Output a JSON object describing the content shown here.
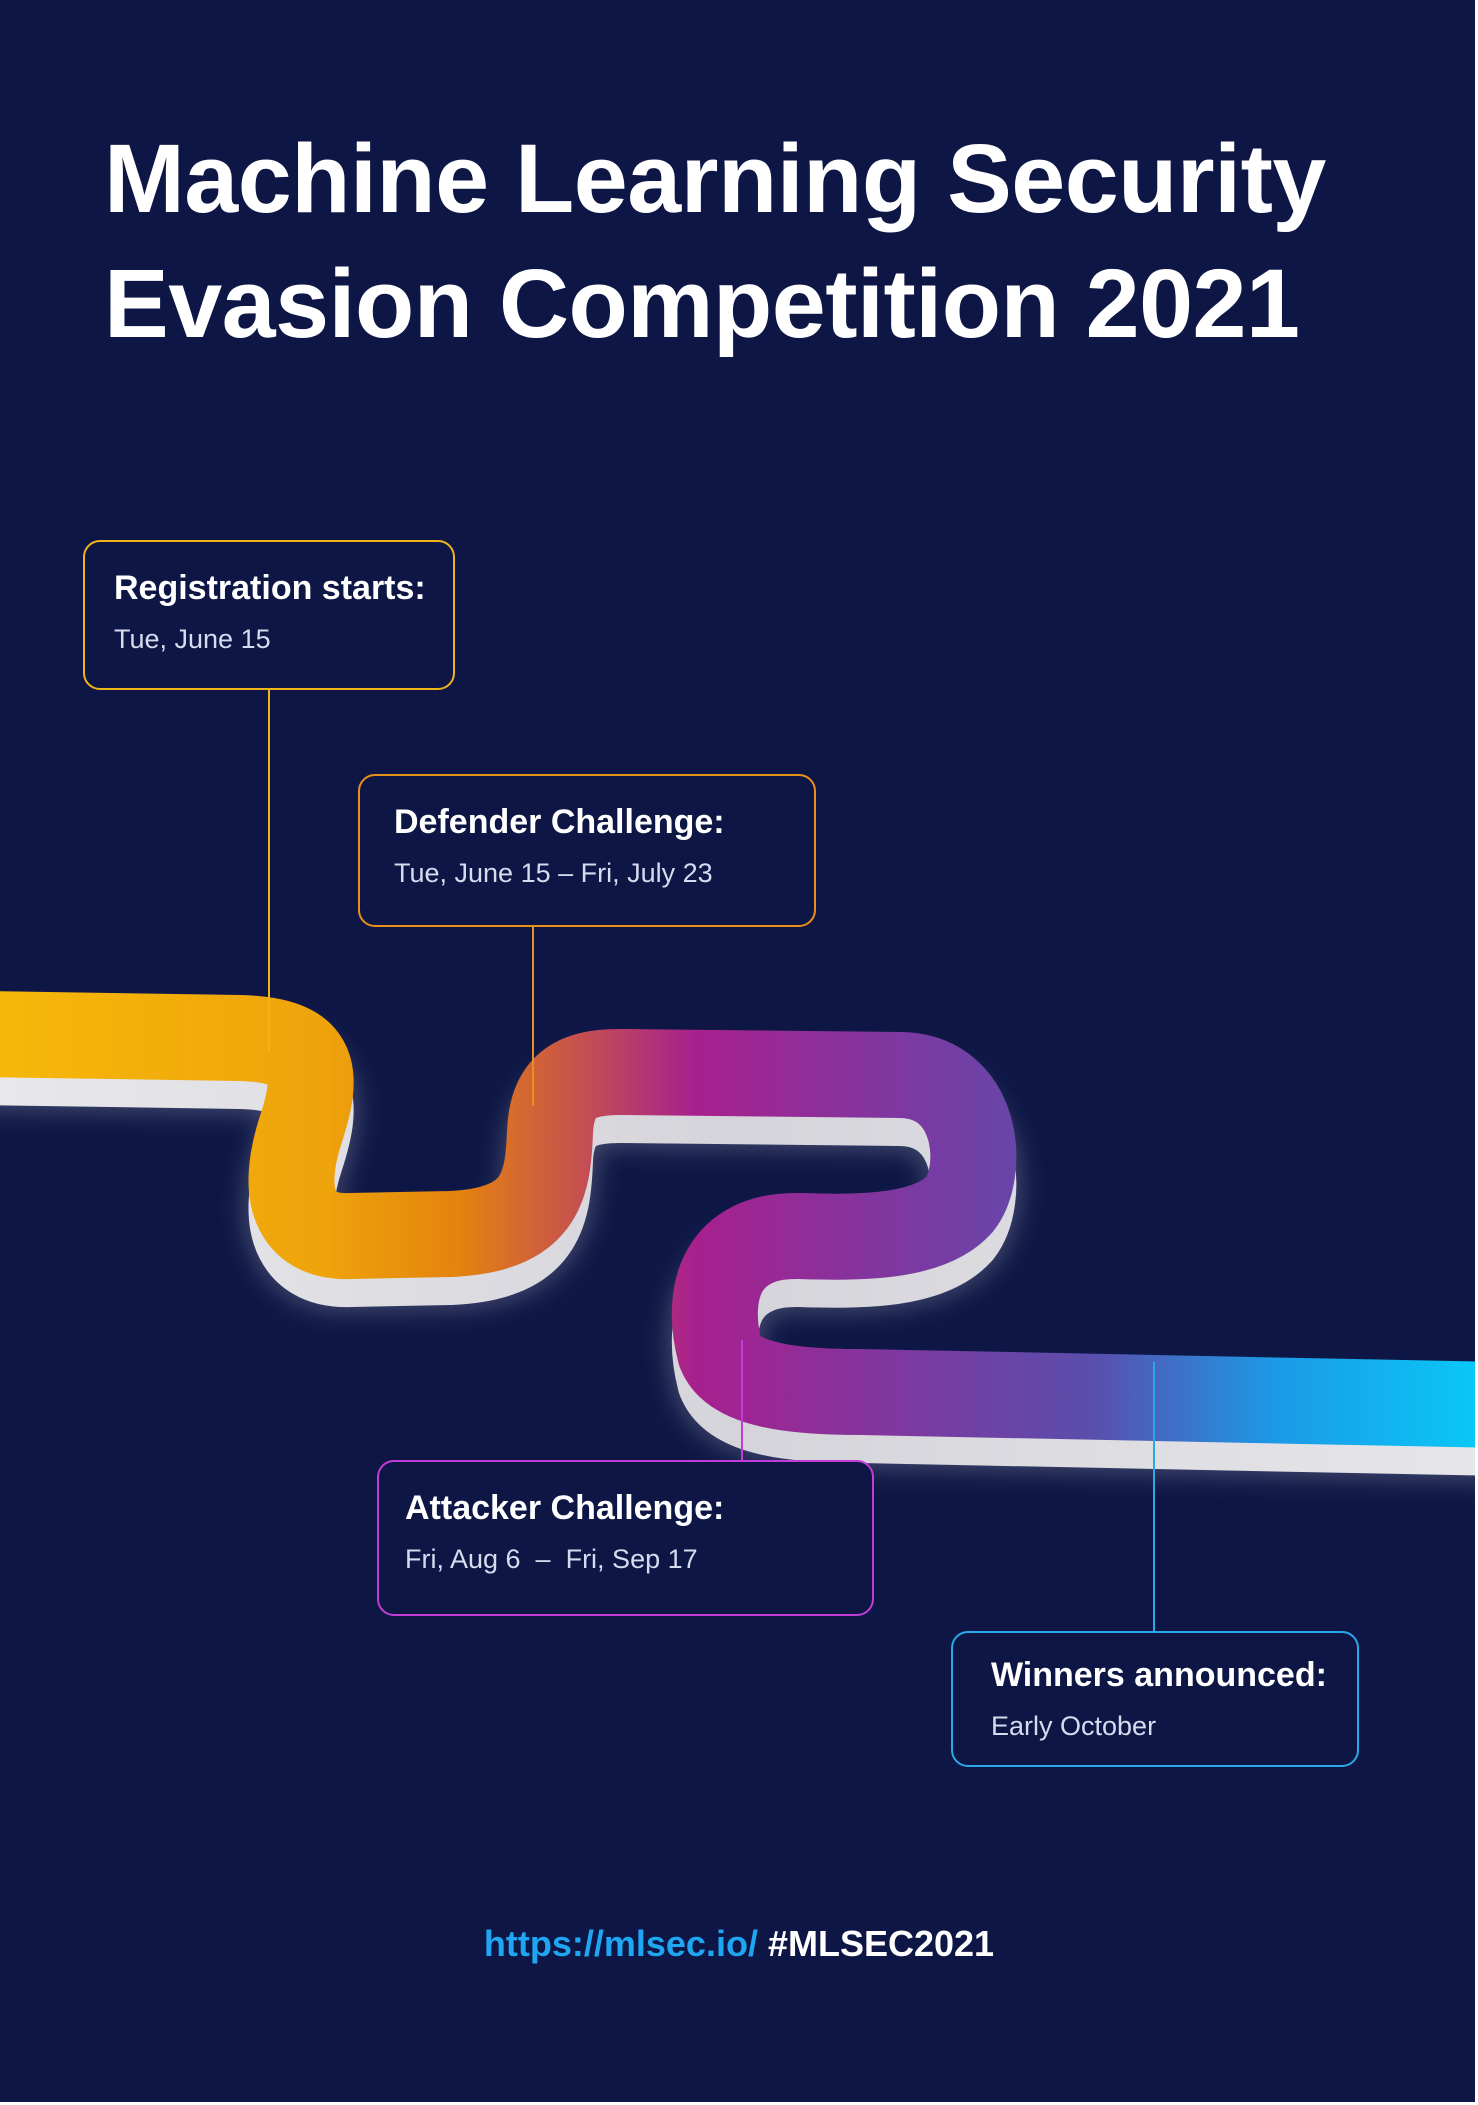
{
  "title": {
    "line1": "Machine Learning Security",
    "line2": "Evasion Competition 2021"
  },
  "timeline": [
    {
      "label": "Registration starts:",
      "date": "Tue, June 15",
      "color": "#f0b418"
    },
    {
      "label": "Defender Challenge:",
      "date": "Tue, June 15 – Fri, July 23",
      "color": "#e8901c"
    },
    {
      "label": "Attacker Challenge:",
      "date": "Fri, Aug 6  –  Fri, Sep 17",
      "color": "#c43cd8"
    },
    {
      "label": "Winners announced:",
      "date": "Early October",
      "color": "#2aa8e8"
    }
  ],
  "footer": {
    "url": "https://mlsec.io/",
    "hashtag": "#MLSEC2021"
  },
  "colors": {
    "background": "#0d1645",
    "gradient": [
      "#f6b80a",
      "#e5830e",
      "#a8208e",
      "#6a3ea6",
      "#09c8f8"
    ]
  },
  "icons": [
    "winding-road-path"
  ]
}
